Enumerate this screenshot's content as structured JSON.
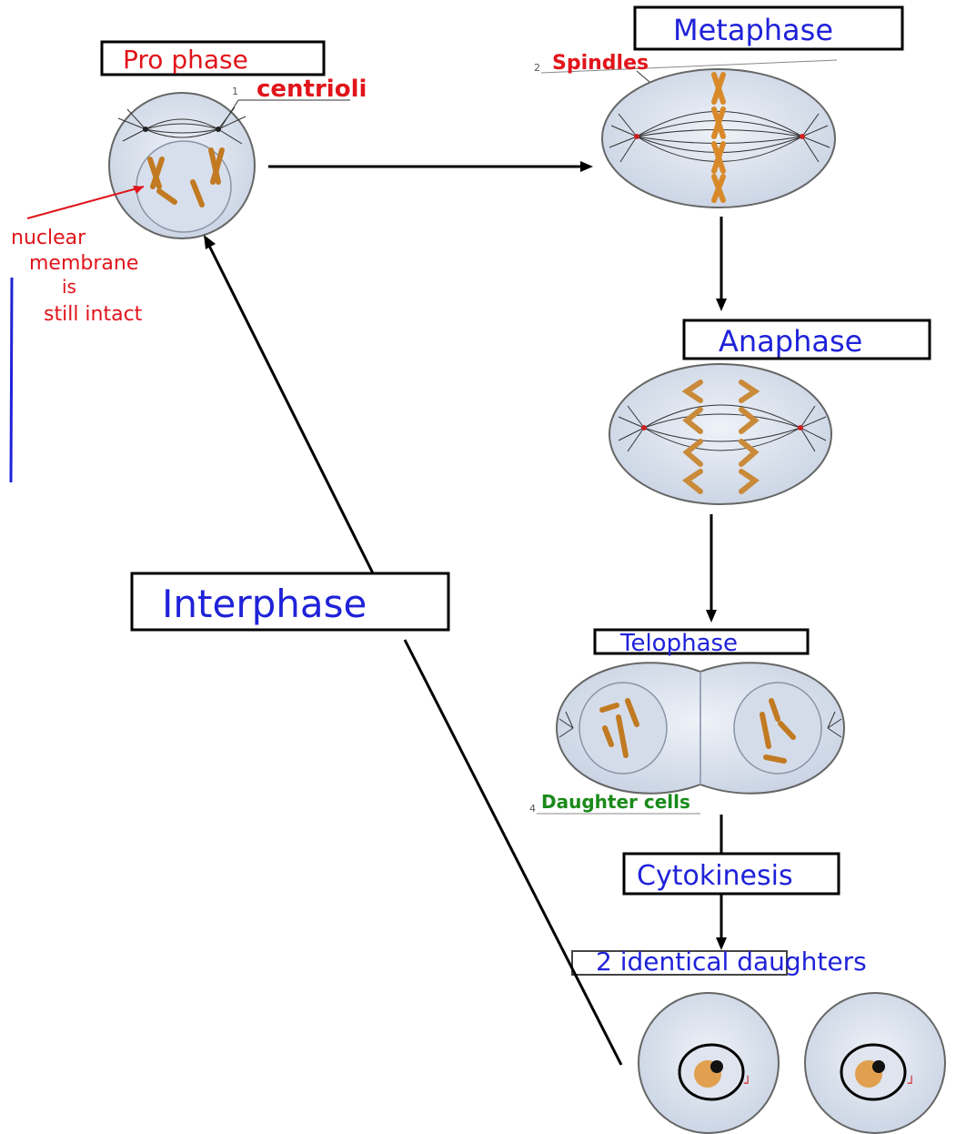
{
  "labels": {
    "prophase": "Pro phase",
    "centrioles": "centrioli",
    "nuclear_note": [
      "nuclear",
      "membrane",
      "is",
      "still intact"
    ],
    "metaphase": "Metaphase",
    "spindles": "Spindles",
    "anaphase": "Anaphase",
    "interphase": "Interphase",
    "telophase": "Telophase",
    "daughter_cells": "Daughter cells",
    "cytokinesis": "Cytokinesis",
    "identical_daughters": "2 identical daughters"
  },
  "numbers": [
    "1",
    "2",
    "4"
  ],
  "colors": {
    "blue_ink": "#1f22d8",
    "red_ink": "#e0141a",
    "green_ink": "#1a8a1a",
    "chromosome": "#d88a2a",
    "cell_fill": "#dde4ef"
  }
}
